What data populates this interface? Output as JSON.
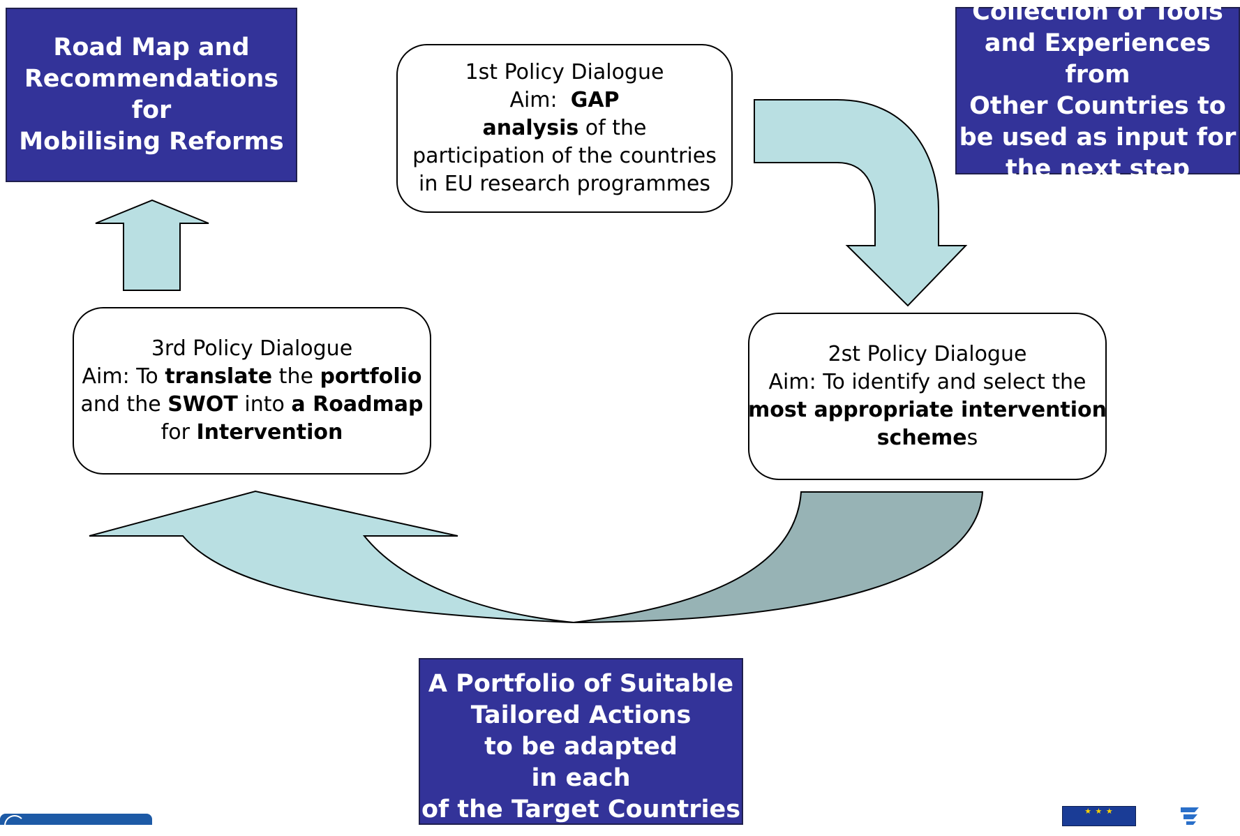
{
  "boxes": {
    "road_map": [
      "Road Map and",
      "Recommendations for",
      "Mobilising Reforms"
    ],
    "collection": [
      "Collection of Tools",
      "and Experiences from",
      "Other Countries to",
      "be used as input for",
      "the next step"
    ],
    "portfolio": [
      "A Portfolio of Suitable",
      "Tailored Actions",
      "to be adapted",
      "in each",
      "of the Target Countries"
    ]
  },
  "dialogues": {
    "first": {
      "title": "1st Policy Dialogue",
      "aim_prefix": "Aim:  ",
      "gap": "GAP",
      "analysis": "analysis",
      "of_the": " of the",
      "participation": "participation of the countries",
      "programmes": "in EU research programmes"
    },
    "second": {
      "title": "2st Policy Dialogue",
      "aim": "Aim: To identify and select the",
      "bold_line": "most appropriate intervention",
      "scheme": "scheme",
      "scheme_tail": "s"
    },
    "third": {
      "title": "3rd Policy Dialogue",
      "aim_prefix": "Aim: To ",
      "translate": "translate",
      "the": " the ",
      "portfolio": "portfolio",
      "and_the": "and the ",
      "swot": "SWOT",
      "into": " into ",
      "roadmap": "a Roadmap",
      "for": "for ",
      "intervention": "Intervention"
    }
  },
  "colors": {
    "box_fill": "#333399",
    "box_text": "#ffffff",
    "arrow_light": "#b9dfe2",
    "arrow_dark": "#97b3b5"
  },
  "logos": {
    "eu_flag_stars": "★ ★ ★"
  }
}
